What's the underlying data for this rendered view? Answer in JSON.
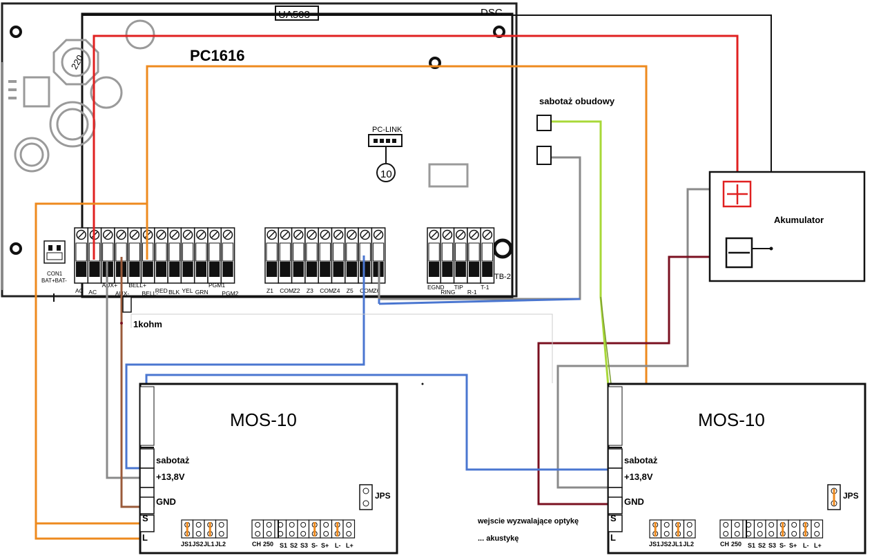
{
  "panel": {
    "model": "PC1616",
    "brand": "DSC",
    "part": "UA503",
    "pc_link": "PC-LINK",
    "callout": "10",
    "con1": "CON1",
    "con1_sub": "BAT+BAT-",
    "tb2": "TB-2",
    "capacitor_value": "220",
    "terminals_left": [
      "AC",
      "AC",
      "AUX+",
      "AUX-",
      "BELL+",
      "BELL-",
      "RED",
      "BLK",
      "YEL",
      "GRN",
      "PGM1",
      "PGM2"
    ],
    "terminals_mid": [
      "Z1",
      "COM",
      "Z2",
      "Z3",
      "COM",
      "Z4",
      "Z5",
      "COM",
      "Z6"
    ],
    "terminals_right": [
      "EGND",
      "RING",
      "TIP",
      "R-1",
      "T-1"
    ]
  },
  "resistor_label": "1kohm",
  "tamper_label": "sabotaż obudowy",
  "battery": {
    "label": "Akumulator",
    "plus": "+",
    "minus": "−"
  },
  "detectors": [
    {
      "title": "MOS-10",
      "terminals": [
        "sabotaż",
        "+13,8V",
        "GND",
        "S",
        "L"
      ],
      "jumper": "JPS",
      "headers_a": [
        "JS1",
        "JS2",
        "JL1",
        "JL2"
      ],
      "headers_b": [
        "CH",
        "250",
        "S1",
        "S2",
        "S3",
        "S-",
        "S+",
        "L-",
        "L+"
      ]
    },
    {
      "title": "MOS-10",
      "terminals": [
        "sabotaż",
        "+13,8V",
        "GND",
        "S",
        "L"
      ],
      "jumper": "JPS",
      "headers_a": [
        "JS1",
        "JS2",
        "JL1",
        "JL2"
      ],
      "headers_b": [
        "CH",
        "250",
        "S1",
        "S2",
        "S3",
        "S-",
        "S+",
        "L-",
        "L+"
      ]
    }
  ],
  "notes": {
    "optical": "wejscie wyzwalające optykę",
    "acoustic": "... akustykę"
  },
  "colors": {
    "red_wire": "#e02020",
    "orange_wire": "#ee8a1e",
    "blue_wire": "#4a76d0",
    "gray_wire": "#8a8a8a",
    "brown_wire": "#9a5a3a",
    "maroon_wire": "#7a1020",
    "lime_wire": "#a8d838",
    "black_wire": "#111111"
  }
}
